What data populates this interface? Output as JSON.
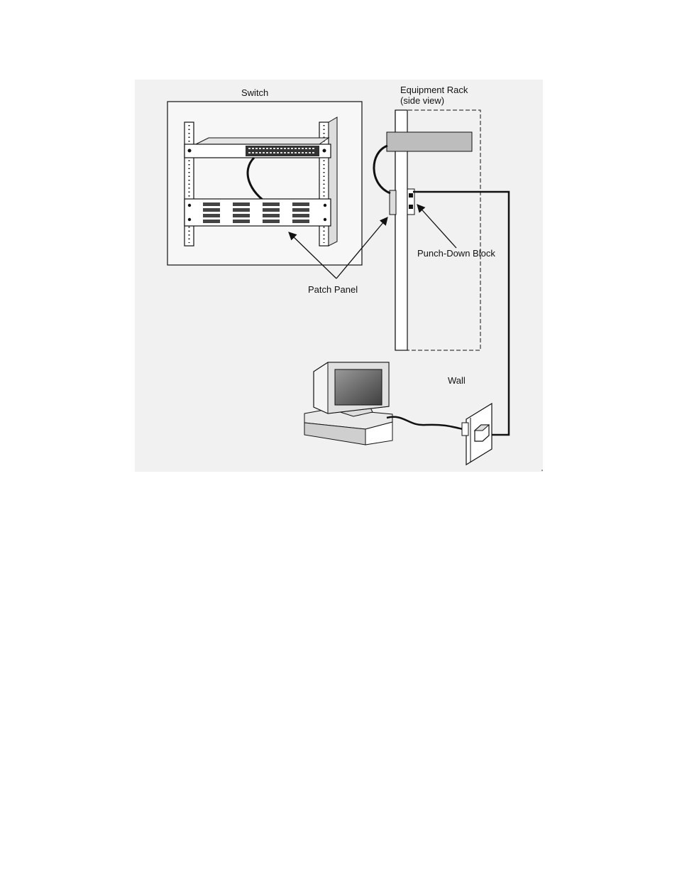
{
  "diagram": {
    "labels": {
      "switch": "Switch",
      "equipment_rack_line1": "Equipment Rack",
      "equipment_rack_line2": "(side view)",
      "punch_down_block": "Punch-Down Block",
      "patch_panel": "Patch Panel",
      "wall": "Wall"
    }
  },
  "colors": {
    "background_panel": "#f1f1f1",
    "line": "#111111",
    "rack_gray": "#bdbdbd",
    "monitor_dark": "#6b6b6b"
  }
}
